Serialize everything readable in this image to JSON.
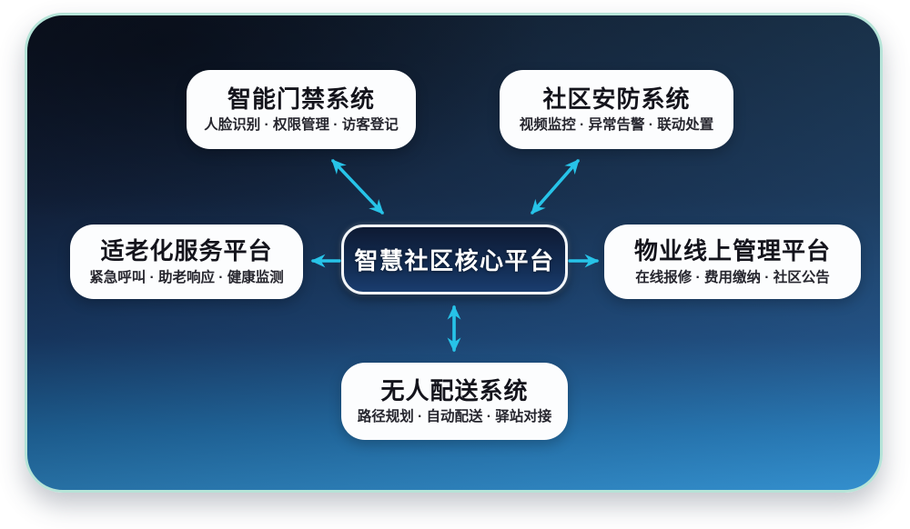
{
  "diagram": {
    "title_center": "智慧社区核心平台",
    "nodes": [
      {
        "id": "access-control",
        "title": "智能门禁系统",
        "subtitle": "人脸识别 · 权限管理 · 访客登记"
      },
      {
        "id": "security",
        "title": "社区安防系统",
        "subtitle": "视频监控 · 异常告警 · 联动处置"
      },
      {
        "id": "elderly-care",
        "title": "适老化服务平台",
        "subtitle": "紧急呼叫 · 助老响应 · 健康监测"
      },
      {
        "id": "property-mgmt",
        "title": "物业线上管理平台",
        "subtitle": "在线报修 · 费用缴纳 · 社区公告"
      },
      {
        "id": "delivery",
        "title": "无人配送系统",
        "subtitle": "路径规划 · 自动配送 · 驿站对接"
      }
    ],
    "edges": [
      {
        "from": "access-control",
        "to": "core",
        "bidirectional": true
      },
      {
        "from": "security",
        "to": "core",
        "bidirectional": true
      },
      {
        "from": "core",
        "to": "elderly-care",
        "bidirectional": false
      },
      {
        "from": "core",
        "to": "property-mgmt",
        "bidirectional": false
      },
      {
        "from": "core",
        "to": "delivery",
        "bidirectional": true
      }
    ],
    "colors": {
      "arrow": "#27c3e8",
      "panel_border": "#b6e4d8",
      "panel_gradient_top": "#0e1524",
      "panel_gradient_bottom": "#2f8bca",
      "card_bg": "#fcfdfe",
      "center_node_bg": "#143059"
    }
  }
}
